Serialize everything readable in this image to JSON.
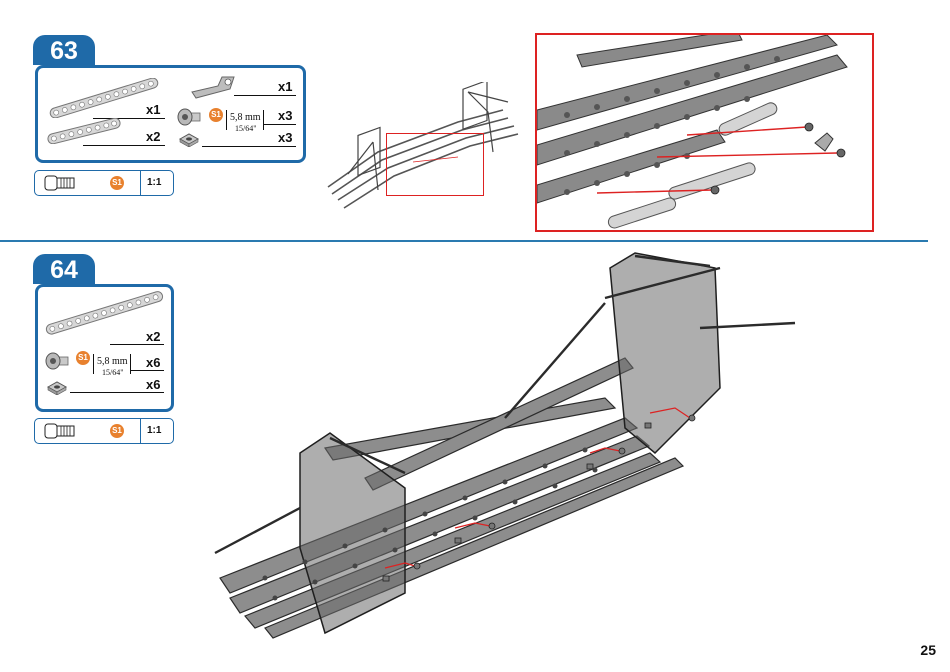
{
  "page": {
    "number": "25"
  },
  "step63": {
    "number": "63",
    "parts": {
      "strip_long_qty": "x1",
      "strip_short_qty": "x2",
      "bracket_qty": "x1",
      "screw_qty": "x3",
      "nut_qty": "x3"
    },
    "screw_length_mm": "5,8 mm",
    "screw_length_in": "15/64\"",
    "screw_code": "S1",
    "scale": {
      "code": "S1",
      "ratio": "1:1"
    }
  },
  "step64": {
    "number": "64",
    "parts": {
      "strip_qty": "x2",
      "screw_qty": "x6",
      "nut_qty": "x6"
    },
    "screw_length_mm": "5,8 mm",
    "screw_length_in": "15/64\"",
    "screw_code": "S1",
    "scale": {
      "code": "S1",
      "ratio": "1:1"
    }
  },
  "icons": [
    "screw-scale-icon",
    "perforated-strip-icon",
    "angle-bracket-icon",
    "screw-icon",
    "square-nut-icon"
  ],
  "colors": {
    "brand_blue": "#1f6aa8",
    "highlight_red": "#d22222",
    "s1_orange": "#e8812e"
  }
}
